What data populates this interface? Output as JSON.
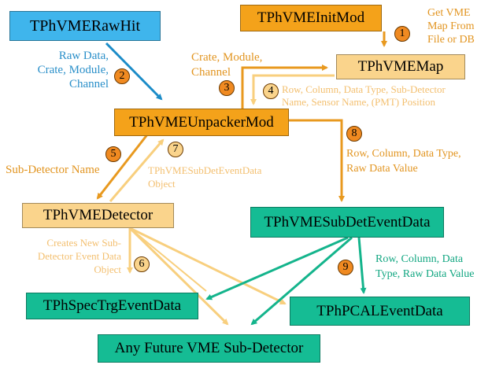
{
  "colors": {
    "orange": "#f4a21a",
    "light_orange": "#fad48c",
    "blue": "#3fb5ec",
    "teal": "#15bc94",
    "arrow_orange": "#e8991f",
    "arrow_light": "#f8cf7e",
    "arrow_blue": "#1b8cc8",
    "arrow_teal": "#14b48c",
    "text_orange": "#e29521",
    "text_light": "#f3bf6f",
    "text_blue": "#2a8fc9",
    "text_teal": "#13a782",
    "num_fill": "#f08a21"
  },
  "nodes": {
    "raw_hit": "TPhVMERawHit",
    "init_mod": "TPhVMEInitMod",
    "vme_map": "TPhVMEMap",
    "unpacker_mod": "TPhVMEUnpackerMod",
    "detector": "TPhVMEDetector",
    "sub_det_event_data": "TPhVMESubDetEventData",
    "spec_trg_event_data": "TPhSpecTrgEventData",
    "pcal_event_data": "TPhPCALEventData",
    "future_sub_detector": "Any Future VME Sub-Detector"
  },
  "steps": [
    "1",
    "2",
    "3",
    "4",
    "5",
    "6",
    "7",
    "8",
    "9"
  ],
  "labels": {
    "step1": [
      "Get VME",
      "Map From",
      "File or DB"
    ],
    "step2": [
      "Raw Data,",
      "Crate, Module,",
      "Channel"
    ],
    "step3": [
      "Crate, Module,",
      "Channel"
    ],
    "step4": [
      "Row, Column, Data Type, Sub-Detector",
      "Name, Sensor Name, (PMT) Position"
    ],
    "step5": [
      "Sub-Detector Name"
    ],
    "step6": [
      "Creates New Sub-",
      "Detector Event Data",
      "Object"
    ],
    "step7": [
      "TPhVMESubDetEventData",
      "Object"
    ],
    "step8": [
      "Row, Column, Data Type,",
      "Raw Data Value"
    ],
    "step9": [
      "Row, Column, Data",
      "Type, Raw Data Value"
    ]
  }
}
